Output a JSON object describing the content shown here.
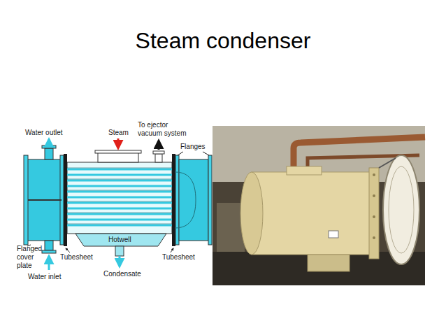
{
  "diagram": {
    "title": "Steam condenser",
    "labels": [
      "Water outlet",
      "Steam",
      "To ejector vacuum system",
      "Flanges",
      "Hotwell",
      "Flanged cover plate",
      "Tubesheet",
      "Tubesheet",
      "Water inlet",
      "Condensate"
    ]
  }
}
